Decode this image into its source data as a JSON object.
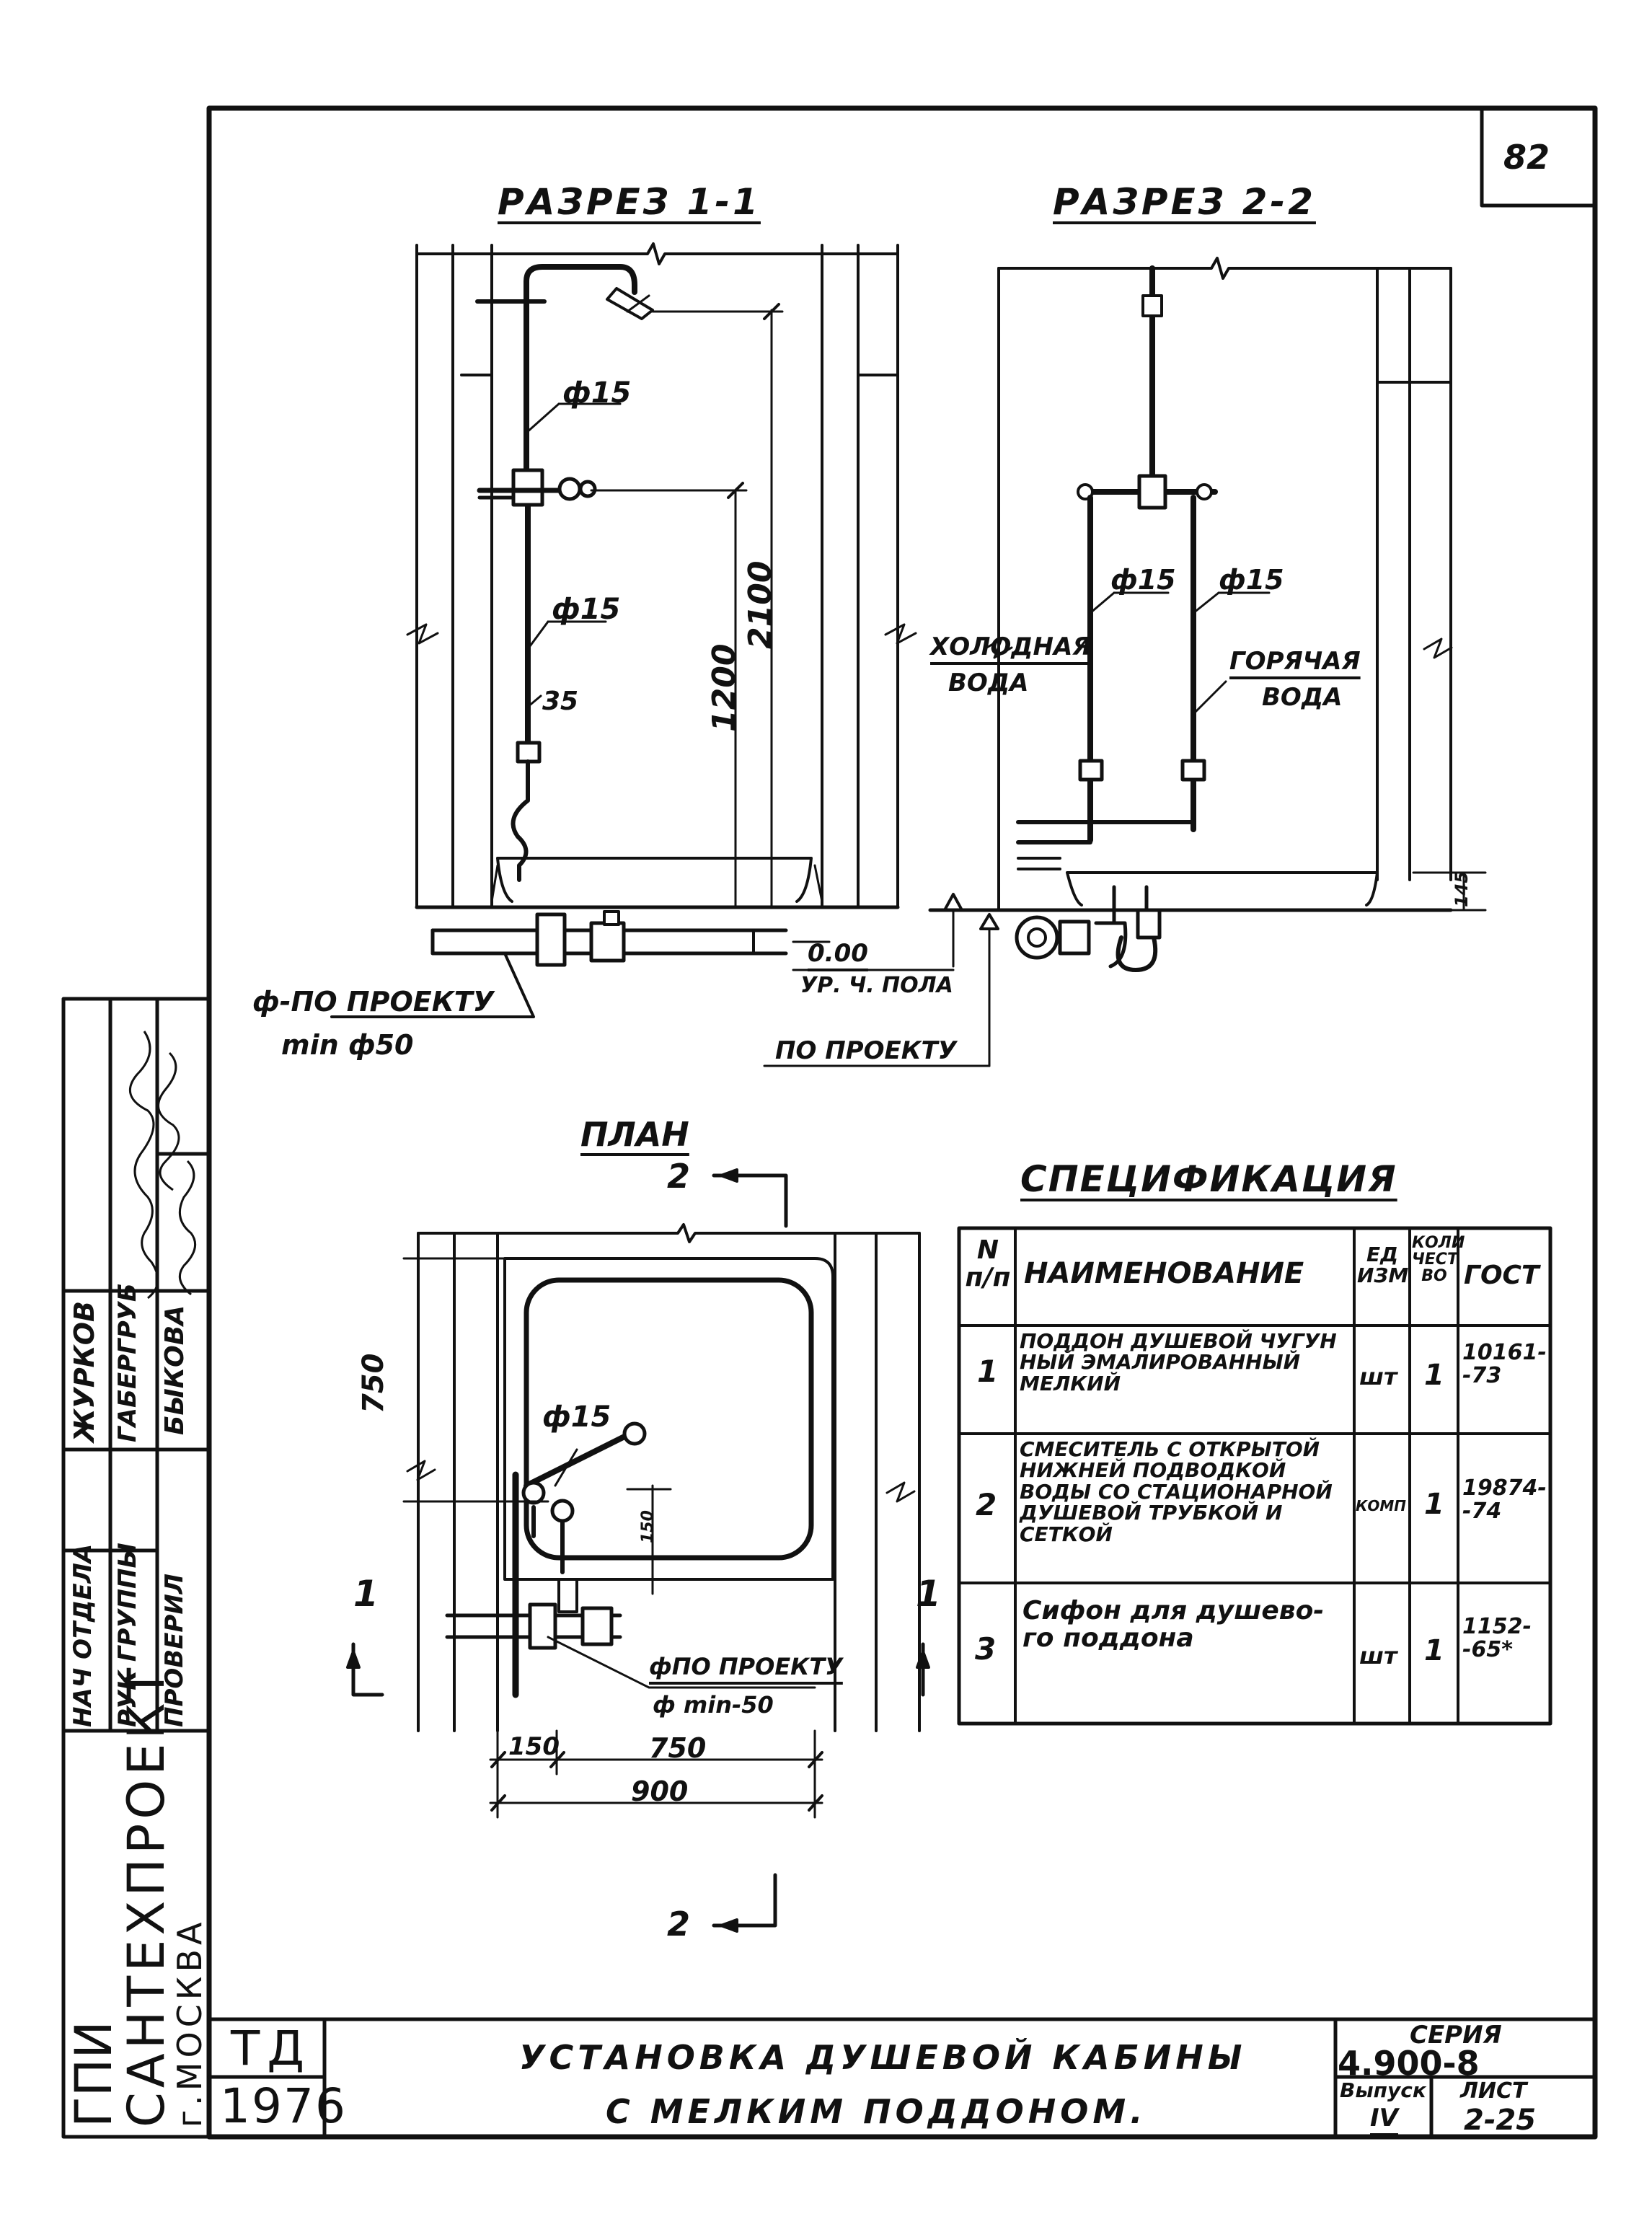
{
  "sheet": {
    "page_number": "82",
    "section_1_title": "РАЗРЕЗ 1-1",
    "section_2_title": "РАЗРЕЗ 2-2",
    "plan_title": "ПЛАН"
  },
  "section_1": {
    "pipe_top": "ф15",
    "pipe_mid": "ф15",
    "dim_35": "35",
    "dim_1200": "1200",
    "dim_2100": "2100",
    "drain_label_1": "ф-ПО ПРОЕКТУ",
    "drain_label_2": "min ф50"
  },
  "section_2": {
    "pipe_left": "ф15",
    "pipe_right": "ф15",
    "cold_1": "ХОЛОДНАЯ",
    "cold_2": "ВОДА",
    "hot_1": "ГОРЯЧАЯ",
    "hot_2": "ВОДА",
    "dim_145": "145",
    "level_value": "0.00",
    "level_label": "УР. Ч. ПОЛА",
    "by_project": "ПО ПРОЕКТУ"
  },
  "plan": {
    "cut_2_top": "2",
    "cut_2_bottom": "2",
    "cut_1_left": "1",
    "cut_1_right": "1",
    "dim_750_v": "750",
    "pipe": "ф15",
    "dim_150_v": "150",
    "drain_1": "фПО ПРОЕКТУ",
    "drain_2": "ф min-50",
    "dim_150": "150",
    "dim_750": "750",
    "dim_900": "900"
  },
  "spec": {
    "title": "СПЕЦИФИКАЦИЯ",
    "headers": {
      "num": "N п/п",
      "name": "НАИМЕНОВАНИЕ",
      "unit": "ЕД ИЗМ",
      "qty": "КОЛИ ЧЕСТ ВО",
      "gost": "ГОСТ"
    },
    "rows": [
      {
        "num": "1",
        "name": "ПОДДОН ДУШЕВОЙ ЧУГУН НЫЙ ЭМАЛИРОВАННЫЙ МЕЛКИЙ",
        "unit": "шт",
        "qty": "1",
        "gost": "10161- -73"
      },
      {
        "num": "2",
        "name": "СМЕСИТЕЛЬ С ОТКРЫТОЙ НИЖНЕЙ ПОДВОДКОЙ ВОДЫ СО СТАЦИОНАРНОЙ ДУШЕВОЙ ТРУБКОЙ И СЕТКОЙ",
        "unit": "КОМП",
        "qty": "1",
        "gost": "19874- -74"
      },
      {
        "num": "3",
        "name": "Сифон для душево- го поддона",
        "unit": "шт",
        "qty": "1",
        "gost": "1152- -65*"
      }
    ]
  },
  "side_stamp": {
    "roles": [
      "НАЧ ОТДЕЛА",
      "РУК ГРУППЫ",
      "ПРОВЕРИЛ"
    ],
    "names": [
      "ЖУРКОВ",
      "ГАБЕРГРУБ",
      "БЫКОВА"
    ],
    "org_1": "ГПИ",
    "org_2": "САНТЕХПРОЕКТ",
    "org_3": "г.МОСКВА"
  },
  "title_block": {
    "td": "ТД",
    "year": "1976",
    "title_1": "УСТАНОВКА ДУШЕВОЙ КАБИНЫ",
    "title_2": "С МЕЛКИМ ПОДДОНОМ.",
    "series_label": "СЕРИЯ",
    "series": "4.900-8",
    "issue_label": "Выпуск",
    "issue": "IV",
    "sheet_label": "ЛИСТ",
    "sheet": "2-25"
  }
}
